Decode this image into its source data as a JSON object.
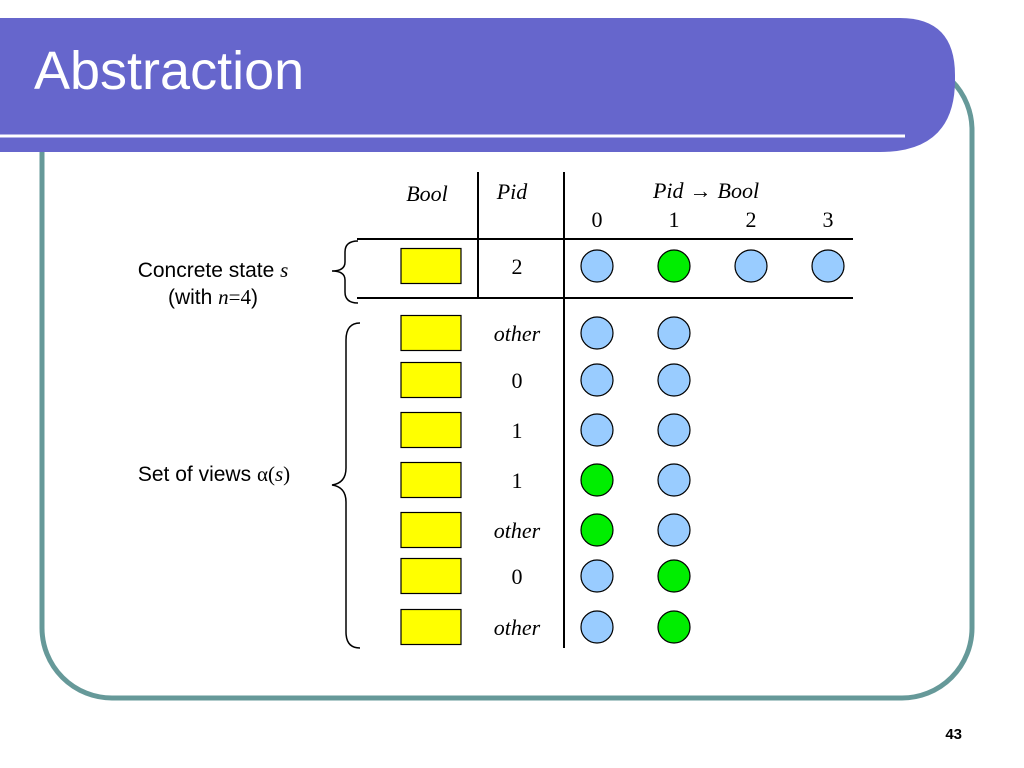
{
  "slide": {
    "title": "Abstraction",
    "page_number": "43"
  },
  "colors": {
    "title_bar": "#6666CC",
    "frame_border": "#669999",
    "bool_box": "#FFFF00",
    "pid_true": "#00EE00",
    "pid_false": "#99CCFF"
  },
  "labels": {
    "concrete": {
      "text": "Concrete state ",
      "var": "s",
      "line2_open": "(with ",
      "line2_var": "n",
      "line2_eq": "=4",
      "line2_close": ")"
    },
    "views": {
      "text": "Set of views ",
      "func": "α(",
      "var": "s",
      "close": ")"
    }
  },
  "table": {
    "headers": {
      "bool": "Bool",
      "pid": "Pid",
      "map_left": "Pid",
      "map_arrow": "→",
      "map_right": "Bool"
    },
    "pid_indices": [
      "0",
      "1",
      "2",
      "3"
    ],
    "concrete_row": {
      "bool": true,
      "pid": "2",
      "map": [
        false,
        true,
        false,
        false
      ]
    },
    "view_rows": [
      {
        "bool": true,
        "pid": "other",
        "map": [
          false,
          false
        ]
      },
      {
        "bool": true,
        "pid": "0",
        "map": [
          false,
          false
        ]
      },
      {
        "bool": true,
        "pid": "1",
        "map": [
          false,
          false
        ]
      },
      {
        "bool": true,
        "pid": "1",
        "map": [
          true,
          false
        ]
      },
      {
        "bool": true,
        "pid": "other",
        "map": [
          true,
          false
        ]
      },
      {
        "bool": true,
        "pid": "0",
        "map": [
          false,
          true
        ]
      },
      {
        "bool": true,
        "pid": "other",
        "map": [
          false,
          true
        ]
      }
    ]
  }
}
